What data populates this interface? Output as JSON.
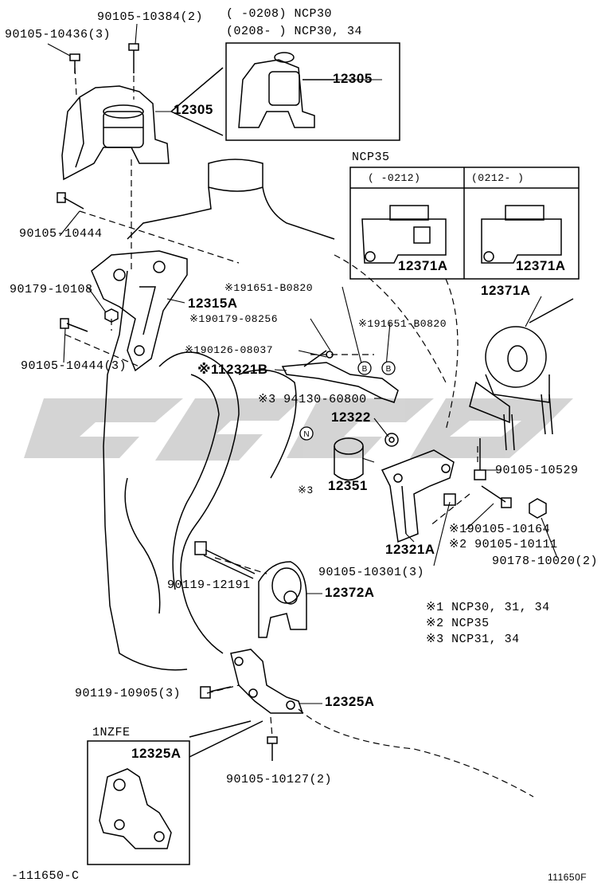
{
  "watermark": {
    "text": "cygo",
    "color": "#c8c8c8"
  },
  "header_notes": {
    "line1": "(       -0208) NCP30",
    "line2": "(0208-       ) NCP30, 34"
  },
  "ncp35": {
    "title": "NCP35",
    "col1": "(    -0212)",
    "col2": "(0212-      )",
    "part_left": "12371A",
    "part_right": "12371A"
  },
  "inset_1nzfe": {
    "title": "1NZFE",
    "part": "12325A"
  },
  "labels": {
    "b_10384": "90105-10384(2)",
    "b_10436": "90105-10436(3)",
    "p12305_inset": "12305",
    "p12305": "12305",
    "b_10444a": "90105-10444",
    "w_10108": "90179-10108",
    "p12315A": "12315A",
    "b_10444b": "90105-10444(3)",
    "m_91651a": "※191651-B0820",
    "m_90179": "※190179-08256",
    "m_91651b": "※191651-B0820",
    "m_90126": "※190126-08037",
    "m_12321B": "※112321B",
    "m_94130": "※3 94130-60800",
    "p12322": "12322",
    "m_12351": "※3",
    "p12351": "12351",
    "p12371A": "12371A",
    "b_10529": "90105-10529",
    "m_10164": "※190105-10164",
    "m_10111": "※2 90105-10111",
    "p12321A": "12321A",
    "b_10301": "90105-10301(3)",
    "n_10020": "90178-10020(2)",
    "b_12191": "90119-12191",
    "p12372A": "12372A",
    "b_10905": "90119-10905(3)",
    "p12325A": "12325A",
    "b_10127": "90105-10127(2)",
    "circle_n": "N",
    "circle_b1": "B",
    "circle_b2": "B"
  },
  "legend": [
    "※1 NCP30, 31, 34",
    "※2 NCP35",
    "※3 NCP31, 34"
  ],
  "footer": {
    "left": "-111650-C",
    "right": "111650F"
  }
}
